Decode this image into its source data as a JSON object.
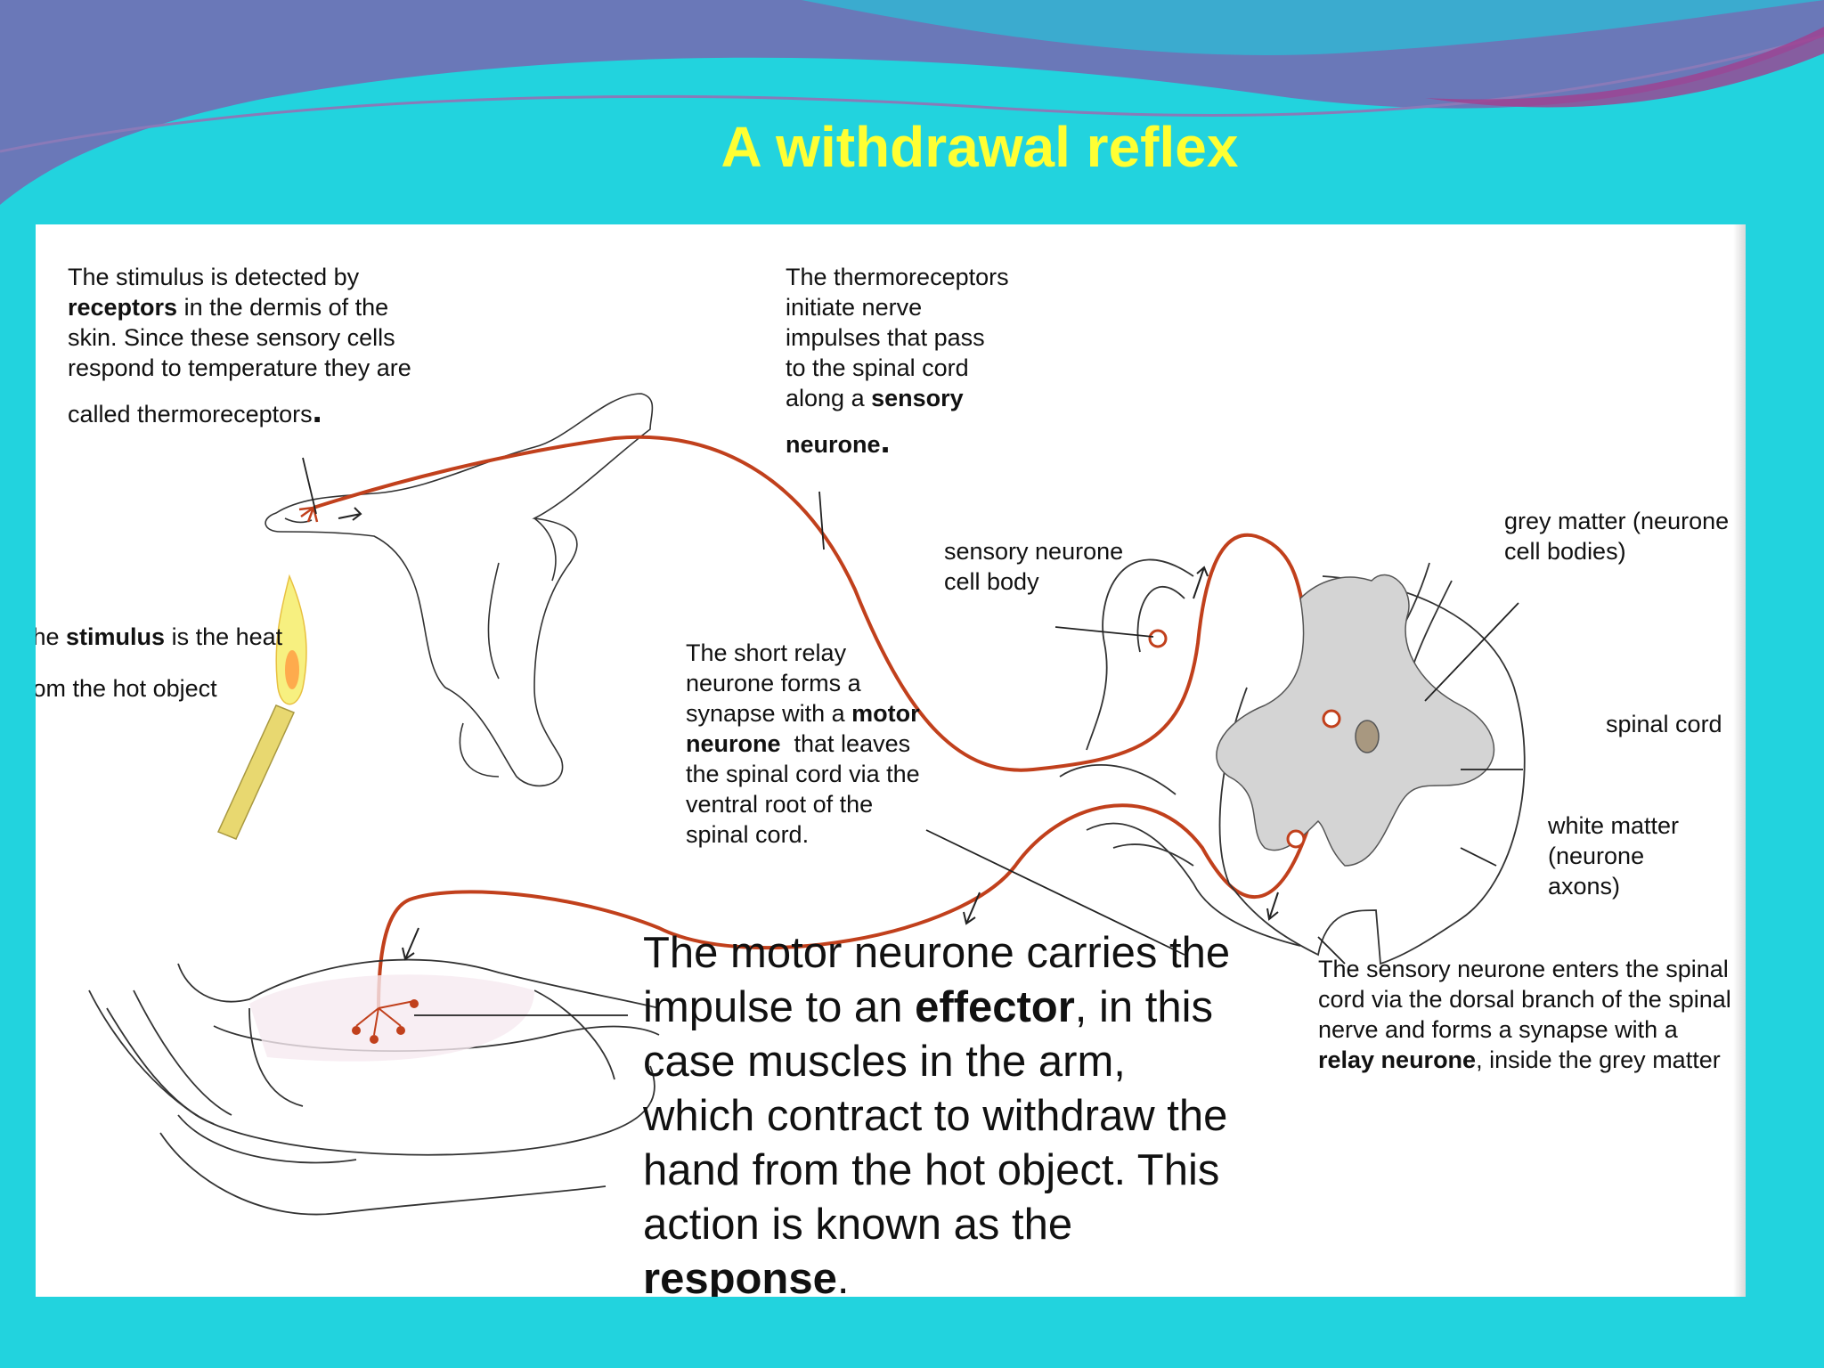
{
  "title": "A withdrawal reflex",
  "colors": {
    "background": "#22d3de",
    "banner": "#6a78b8",
    "title": "#ffff33",
    "nerve": "#c1401c",
    "grey_matter": "#cfcfcf"
  },
  "annotations": {
    "receptors": {
      "line1": "The stimulus is detected by",
      "line2_bold": "receptors",
      "line2_rest": " in the dermis of the",
      "line3": "skin. Since these sensory cells",
      "line4": "respond to temperature they are",
      "line5": "called thermoreceptors",
      "line5_end": "."
    },
    "thermoreceptors": {
      "line1": "The thermoreceptors",
      "line2": "initiate nerve",
      "line3": "impulses that pass",
      "line4": "to the spinal cord",
      "line5_pre": "along a ",
      "line5_bold": "sensory",
      "line6_bold": "neurone",
      "line6_end": "."
    },
    "stimulus": {
      "line1_pre": "The ",
      "line1_bold": "stimulus",
      "line1_rest": " is the heat",
      "line2": "from the hot object"
    },
    "cell_body": {
      "line1": "sensory neurone",
      "line2": "cell body"
    },
    "grey_matter": {
      "line1": "grey matter (neurone",
      "line2": "cell bodies)"
    },
    "relay": {
      "line1": "The short relay",
      "line2": "neurone forms a",
      "line3_pre": "synapse with a ",
      "line3_bold": "motor",
      "line4_bold": "neurone",
      "line4_rest": "  that leaves",
      "line5": "the spinal cord via the",
      "line6": "ventral root of the",
      "line7": "spinal cord."
    },
    "spinal_cord": "spinal cord",
    "white_matter": {
      "line1": "white matter (neurone",
      "line2": "axons)"
    },
    "motor": {
      "line1": "The motor neurone carries the",
      "line2_pre": "impulse to an ",
      "line2_bold": "effector",
      "line2_rest": ", in this",
      "line3": "case muscles in the arm,",
      "line4": "which contract to withdraw the",
      "line5": "hand from the hot object. This",
      "line6": "action is known as the",
      "line7_bold": "response",
      "line7_end": "."
    },
    "sensory_entry": {
      "line1": "The sensory neurone enters the spinal",
      "line2": "cord via the dorsal branch of the spinal",
      "line3": "nerve and forms a synapse with a",
      "line4_bold": "relay neurone",
      "line4_rest": ", inside the grey matter"
    }
  }
}
